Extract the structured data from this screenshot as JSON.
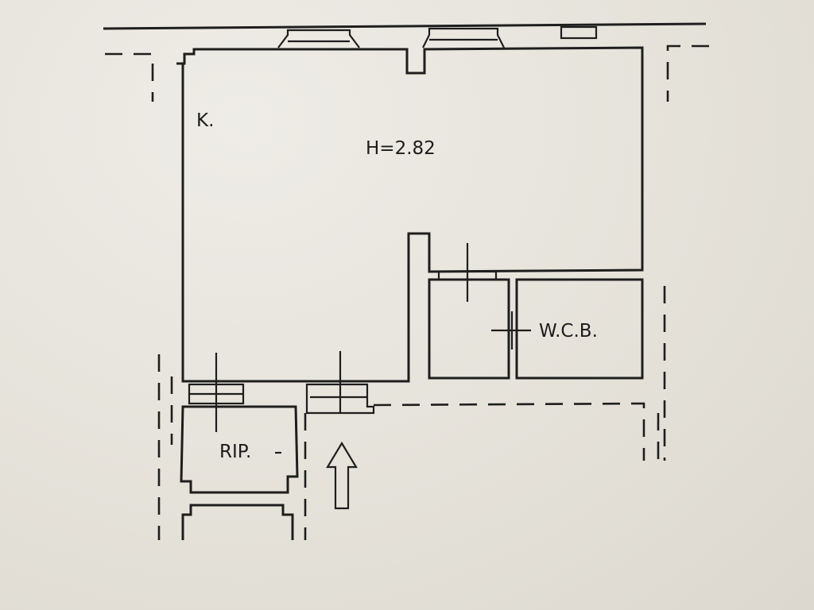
{
  "plan": {
    "rooms": {
      "main": {
        "label": "K.",
        "height_label": "H=2.82"
      },
      "bathroom": {
        "label": "W.C.B."
      },
      "storage": {
        "label": "RIP."
      }
    },
    "icons": {
      "entrance": "arrow-up-icon"
    },
    "colors": {
      "paper": "#e6e3dc",
      "ink": "#1e1e1e"
    }
  }
}
